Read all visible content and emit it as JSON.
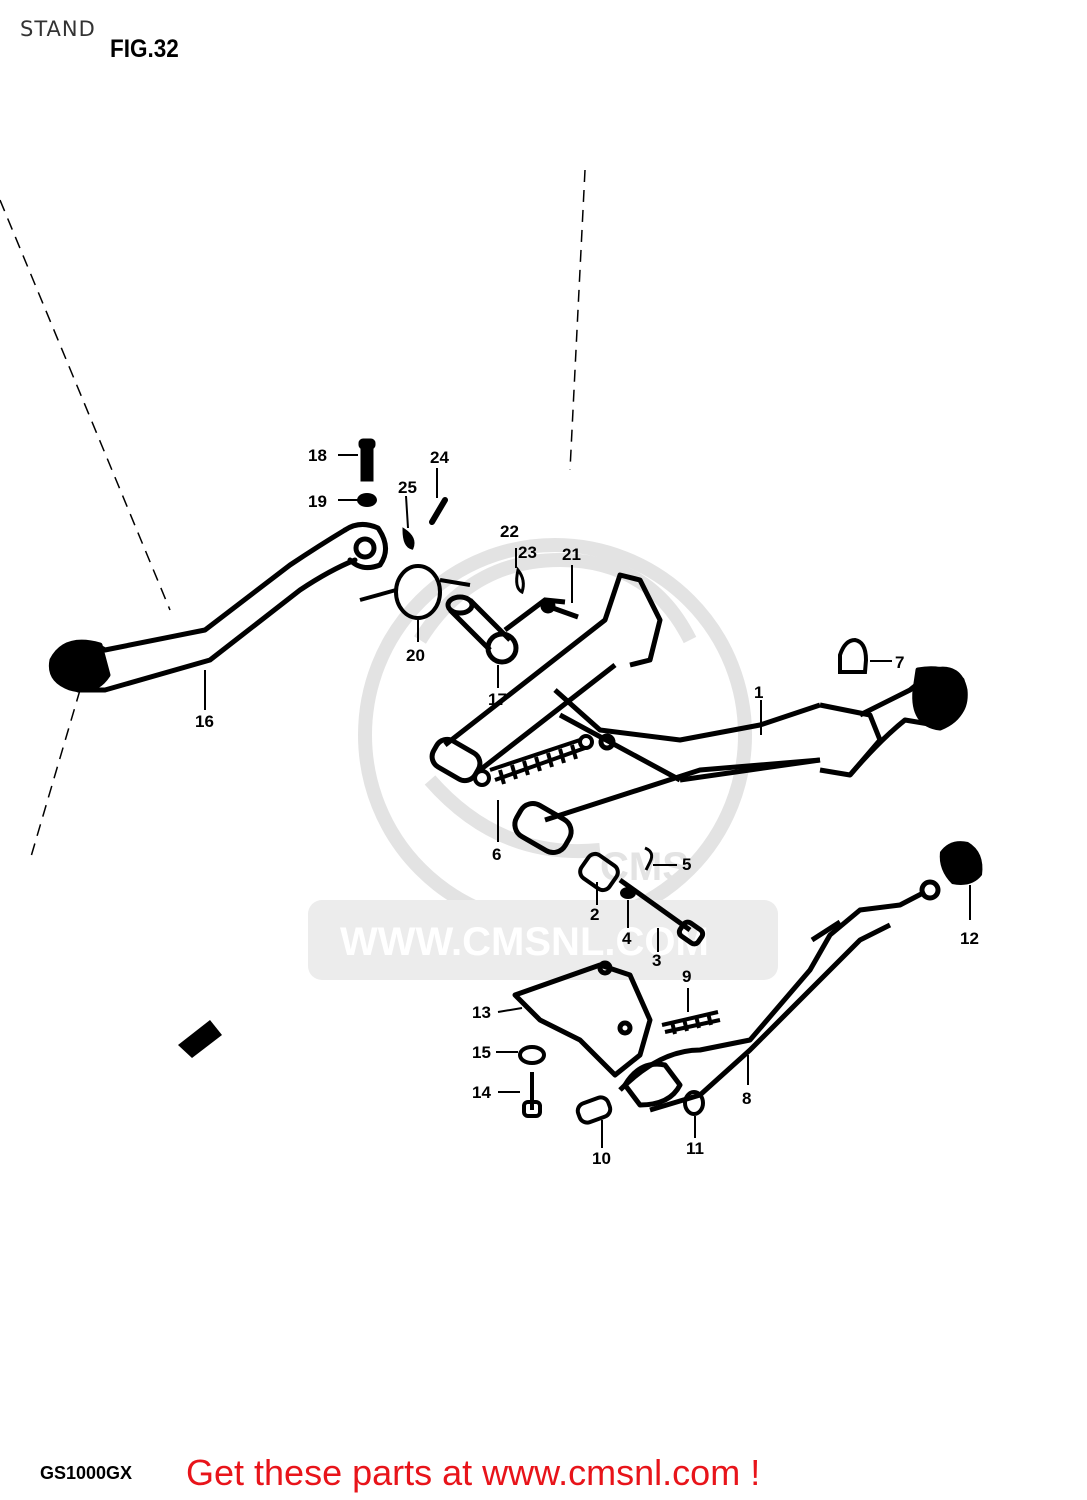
{
  "header": {
    "section": "STAND",
    "figure": "FIG.32"
  },
  "footer": {
    "model": "GS1000GX",
    "cta": "Get these parts at www.cmsnl.com !"
  },
  "watermark": {
    "url": "WWW.CMSNL.COM",
    "logo_text": "CMS"
  },
  "callouts": [
    {
      "id": "c1",
      "text": "1"
    },
    {
      "id": "c2",
      "text": "2"
    },
    {
      "id": "c3",
      "text": "3"
    },
    {
      "id": "c4",
      "text": "4"
    },
    {
      "id": "c5",
      "text": "5"
    },
    {
      "id": "c6",
      "text": "6"
    },
    {
      "id": "c7",
      "text": "7"
    },
    {
      "id": "c8",
      "text": "8"
    },
    {
      "id": "c9",
      "text": "9"
    },
    {
      "id": "c10",
      "text": "10"
    },
    {
      "id": "c11",
      "text": "11"
    },
    {
      "id": "c12",
      "text": "12"
    },
    {
      "id": "c13",
      "text": "13"
    },
    {
      "id": "c14",
      "text": "14"
    },
    {
      "id": "c15",
      "text": "15"
    },
    {
      "id": "c16",
      "text": "16"
    },
    {
      "id": "c17",
      "text": "17"
    },
    {
      "id": "c18",
      "text": "18"
    },
    {
      "id": "c19",
      "text": "19"
    },
    {
      "id": "c20",
      "text": "20"
    },
    {
      "id": "c21",
      "text": "21"
    },
    {
      "id": "c22",
      "text": "22"
    },
    {
      "id": "c23",
      "text": "23"
    },
    {
      "id": "c24",
      "text": "24"
    },
    {
      "id": "c25",
      "text": "25"
    }
  ],
  "colors": {
    "cta": "#e8141a",
    "watermark": "#e3e3e3",
    "ink": "#000000"
  }
}
